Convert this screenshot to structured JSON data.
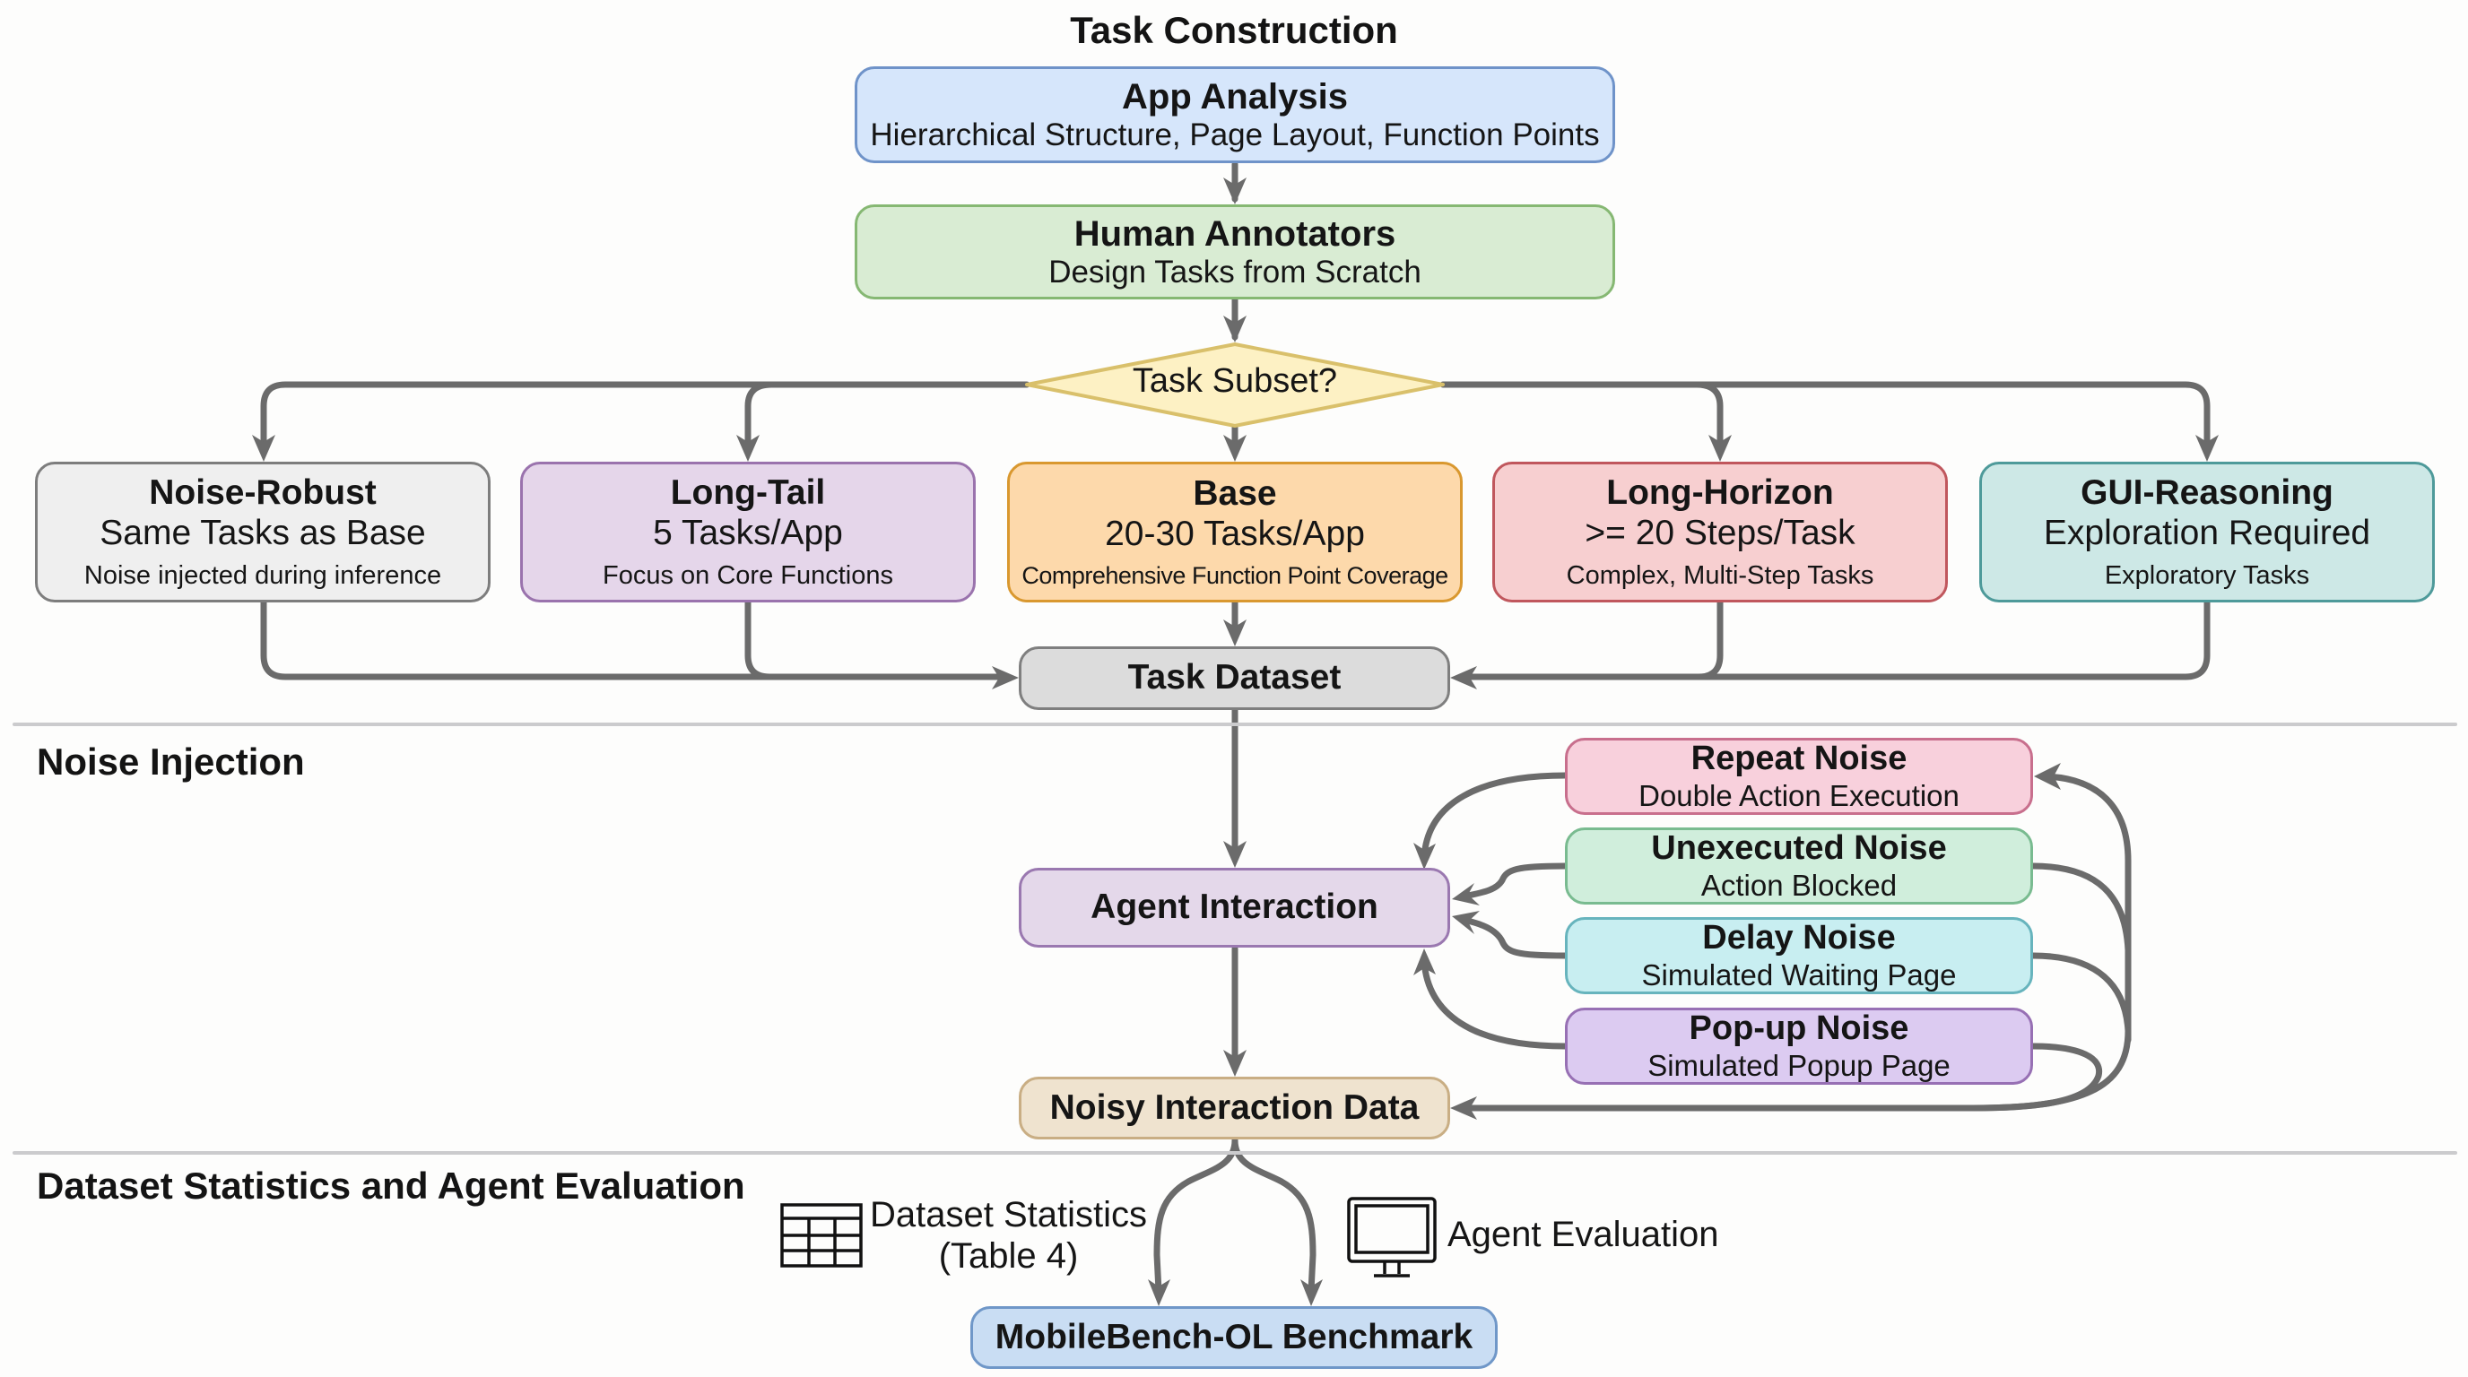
{
  "sections": {
    "task_construction": "Task Construction",
    "noise_injection": "Noise Injection",
    "evaluation": "Dataset Statistics and Agent Evaluation"
  },
  "nodes": {
    "app_analysis": {
      "title": "App Analysis",
      "subtitle": "Hierarchical Structure, Page Layout, Function Points"
    },
    "human_annotators": {
      "title": "Human Annotators",
      "subtitle": "Design Tasks from Scratch"
    },
    "decision": {
      "label": "Task Subset?"
    },
    "subsets": [
      {
        "title": "Noise-Robust",
        "subtitle": "Same Tasks as Base",
        "note": "Noise injected during inference"
      },
      {
        "title": "Long-Tail",
        "subtitle": "5 Tasks/App",
        "note": "Focus on Core Functions"
      },
      {
        "title": "Base",
        "subtitle": "20-30 Tasks/App",
        "note": "Comprehensive Function Point Coverage"
      },
      {
        "title": "Long-Horizon",
        "subtitle": ">= 20 Steps/Task",
        "note": "Complex, Multi-Step Tasks"
      },
      {
        "title": "GUI-Reasoning",
        "subtitle": "Exploration Required",
        "note": "Exploratory Tasks"
      }
    ],
    "task_dataset": {
      "title": "Task Dataset"
    },
    "agent_interaction": {
      "title": "Agent Interaction"
    },
    "noises": [
      {
        "title": "Repeat Noise",
        "subtitle": "Double Action Execution"
      },
      {
        "title": "Unexecuted Noise",
        "subtitle": "Action Blocked"
      },
      {
        "title": "Delay Noise",
        "subtitle": "Simulated Waiting Page"
      },
      {
        "title": "Pop-up Noise",
        "subtitle": "Simulated Popup Page"
      }
    ],
    "noisy_data": {
      "title": "Noisy Interaction Data"
    },
    "benchmark": {
      "title": "MobileBench-OL Benchmark"
    }
  },
  "annotations": {
    "dataset_statistics": {
      "line1": "Dataset Statistics",
      "line2": "(Table 4)",
      "icon": "table-icon"
    },
    "agent_evaluation": {
      "label": "Agent Evaluation",
      "icon": "monitor-icon"
    }
  },
  "colors": {
    "app_analysis": {
      "fill": "#d6e6fb",
      "border": "#6f93c9"
    },
    "human_annotators": {
      "fill": "#d9ecd3",
      "border": "#86b873"
    },
    "decision": {
      "fill": "#fdf1c4",
      "border": "#d9c06b"
    },
    "noise_robust": {
      "fill": "#efefef",
      "border": "#7d7d7d"
    },
    "long_tail": {
      "fill": "#e5d6ea",
      "border": "#9a73ad"
    },
    "base": {
      "fill": "#fdd9ab",
      "border": "#d9982f"
    },
    "long_horizon": {
      "fill": "#f7cfd0",
      "border": "#c0575d"
    },
    "gui_reasoning": {
      "fill": "#cde8e6",
      "border": "#4e9a9a"
    },
    "task_dataset": {
      "fill": "#dcdcdc",
      "border": "#7f7f7f"
    },
    "agent_interaction": {
      "fill": "#e4d8ea",
      "border": "#9a78b0"
    },
    "repeat": {
      "fill": "#f8d0dc",
      "border": "#c86f8d"
    },
    "unexecuted": {
      "fill": "#d0eedc",
      "border": "#79bb90"
    },
    "delay": {
      "fill": "#c8eef1",
      "border": "#67b4bd"
    },
    "popup": {
      "fill": "#dccbf1",
      "border": "#9770b4"
    },
    "noisy_data": {
      "fill": "#efe3cf",
      "border": "#c9ae84"
    },
    "benchmark": {
      "fill": "#c9ddf3",
      "border": "#6f97c8"
    },
    "connector": "#6b6b6b"
  }
}
